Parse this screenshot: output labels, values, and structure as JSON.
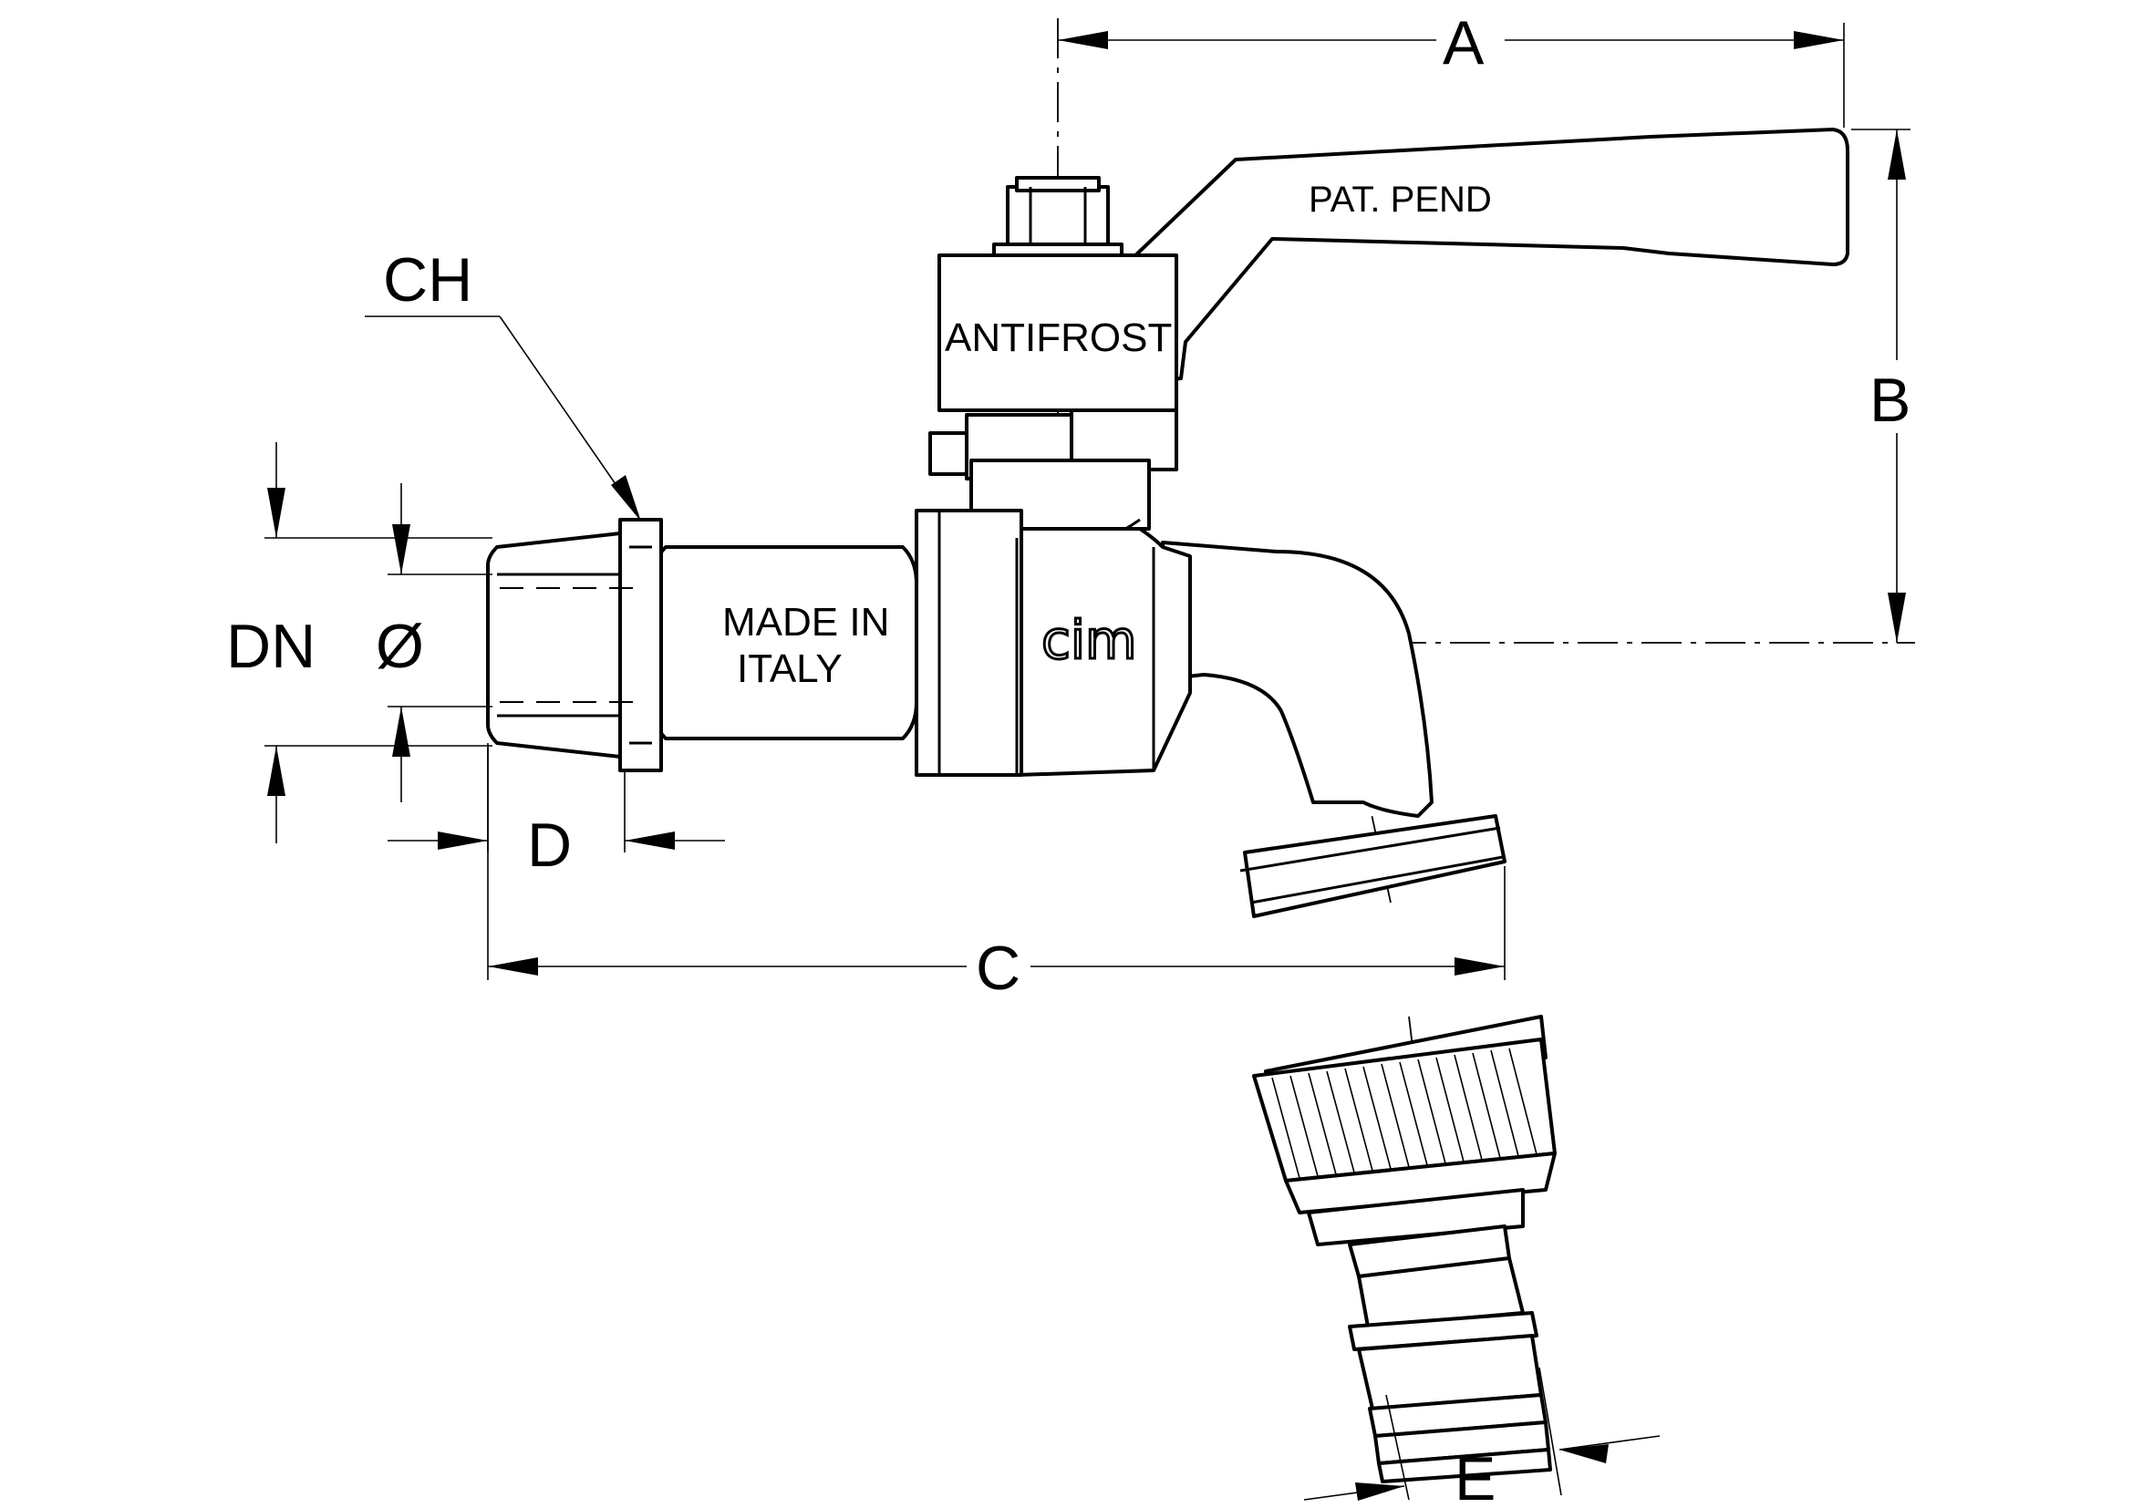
{
  "dimensions": {
    "a": "A",
    "b": "B",
    "c": "C",
    "d": "D",
    "e": "E",
    "ch": "CH",
    "dn": "DN",
    "diameter": "Ø"
  },
  "markings": {
    "handle": "PAT. PEND",
    "bonnet": "ANTIFROST",
    "body_line1": "MADE IN",
    "body_line2": "ITALY",
    "brand": "cim"
  }
}
